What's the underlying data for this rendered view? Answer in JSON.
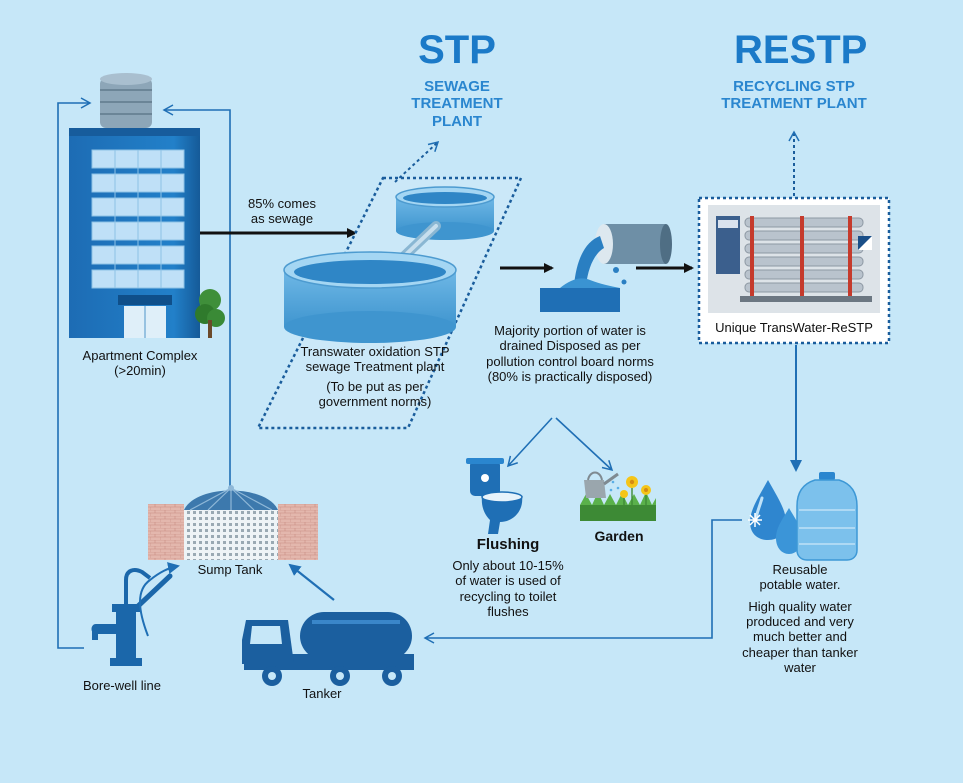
{
  "stp": {
    "title": "STP",
    "subtitle_line1": "SEWAGE",
    "subtitle_line2": "TREATMENT",
    "subtitle_line3": "PLANT"
  },
  "restp": {
    "title": "RESTP",
    "subtitle_line1": "RECYCLING STP",
    "subtitle_line2": "TREATMENT PLANT"
  },
  "apartment": {
    "label_line1": "Apartment Complex",
    "label_line2": "(>20min)"
  },
  "sewage_flow": {
    "line1": "85% comes",
    "line2": "as sewage"
  },
  "stp_plant": {
    "line1": "Transwater oxidation STP",
    "line2": "sewage Treatment plant",
    "line3": "(To be put as per",
    "line4": "government norms)"
  },
  "drain": {
    "line1": "Majority portion of water  is",
    "line2": "drained Disposed as per",
    "line3": "pollution control board norms",
    "line4": "(80% is practically disposed)"
  },
  "restp_unit": {
    "caption": "Unique TransWater-ReSTP"
  },
  "flushing": {
    "title": "Flushing",
    "line1": "Only about 10-15%",
    "line2": "of water is used of",
    "line3": "recycling to toilet",
    "line4": "flushes"
  },
  "garden": {
    "title": "Garden"
  },
  "sump": {
    "label": "Sump Tank"
  },
  "borewell": {
    "label": "Bore-well line"
  },
  "tanker": {
    "label": "Tanker"
  },
  "potable": {
    "line1": "Reusable",
    "line2": "potable water.",
    "line3": "High quality water",
    "line4": "produced and very",
    "line5": "much better and",
    "line6": "cheaper than tanker",
    "line7": "water"
  },
  "colors": {
    "background": "#c6e7f8",
    "accent_blue": "#1b7ac8",
    "dark_blue": "#1a5d9c",
    "arrow_black": "#111111"
  }
}
